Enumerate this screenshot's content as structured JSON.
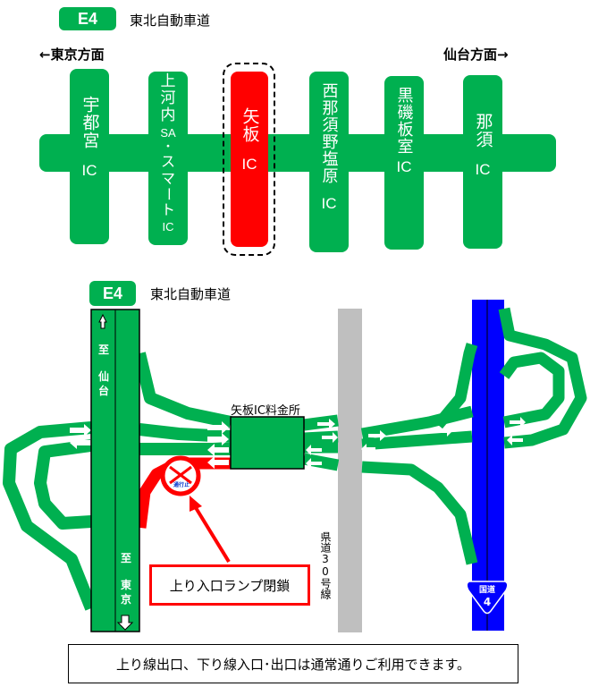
{
  "top_section": {
    "route_badge": "E4",
    "highway_name": "東北自動車道",
    "direction_left": "←東京方面",
    "direction_right": "仙台方面→",
    "interchanges": [
      {
        "name": "宇都宮",
        "suffix": "IC",
        "highlighted": false
      },
      {
        "name": "上河内SA・スマート",
        "name_lines": [
          "上",
          "河",
          "内",
          "SA",
          "・",
          "ス",
          "マ",
          "ー",
          "ト"
        ],
        "suffix": "IC",
        "highlighted": false
      },
      {
        "name": "矢板",
        "suffix": "IC",
        "highlighted": true
      },
      {
        "name": "西那須野塩原",
        "suffix": "IC",
        "highlighted": false
      },
      {
        "name": "黒磯板室",
        "suffix": "IC",
        "highlighted": false
      },
      {
        "name": "那須",
        "suffix": "IC",
        "highlighted": false
      }
    ],
    "colors": {
      "ic_green": "#00b050",
      "highlight_red": "#ff0000"
    }
  },
  "map_section": {
    "route_badge": "E4",
    "highway_name": "東北自動車道",
    "to_sendai": "至　仙台",
    "to_sendai_chars": [
      "至",
      "仙",
      "台"
    ],
    "to_tokyo": "至　東京",
    "to_tokyo_chars": [
      "至",
      "東",
      "京"
    ],
    "toll_booth_label": "矢板IC料金所",
    "prefectural_road_label": "県道30号線",
    "national_route_sign": {
      "line1": "国道",
      "line2": "4"
    },
    "no_entry_sign_text": "通行止",
    "closure_callout": "上り入口ランプ閉鎖",
    "colors": {
      "road_green": "#00b050",
      "closed_red": "#ff0000",
      "national_blue": "#0000ff",
      "pref_gray": "#bfbfbf"
    }
  },
  "footer_notice": "上り線出口、下り線入口･出口は通常通りご利用できます。"
}
